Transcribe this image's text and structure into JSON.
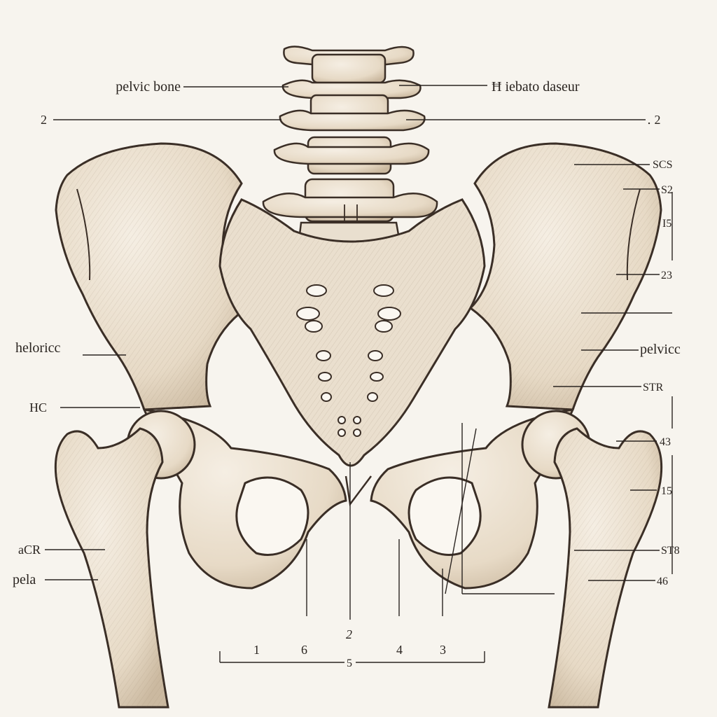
{
  "colors": {
    "background": "#f7f4ee",
    "bone": "#efe6d8",
    "bone_shade": "#cbb9a0",
    "outline": "#3a2e26",
    "hatch": "#8a7660",
    "leader": "#2a2420"
  },
  "labels": {
    "left": {
      "pelvic_bone": "pelvic bone",
      "two": "2",
      "heloricc": "heloricс",
      "hc": "HC",
      "acr": "aCR",
      "pela": "pela"
    },
    "right": {
      "hiebato": "Ħ iebato daseur",
      "two": "․ 2",
      "scs": "SCS",
      "s2": "S2",
      "i5": "I5",
      "n23": "23",
      "pelvicc": "pelvicc",
      "str": "STR",
      "n43": "43",
      "n15": "15",
      "str2": "ST8",
      "n46": "46"
    },
    "bottom": {
      "one": "1",
      "six": "6",
      "two": "2",
      "four": "4",
      "three": "3",
      "five": "5"
    }
  }
}
